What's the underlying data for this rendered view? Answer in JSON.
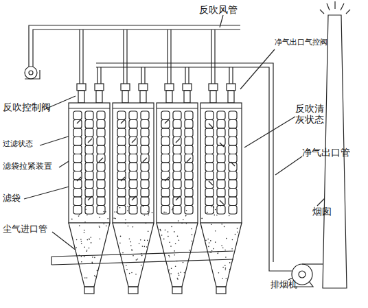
{
  "diagram": {
    "labels": [
      "反吹风管",
      "净气出口气控阀",
      "反吹控制阀",
      "反吹清灰状态",
      "过滤状态",
      "滤袋拉紧装置",
      "净气出口管",
      "滤袋",
      "烟囱",
      "尘气进口管",
      "排烟机"
    ]
  }
}
